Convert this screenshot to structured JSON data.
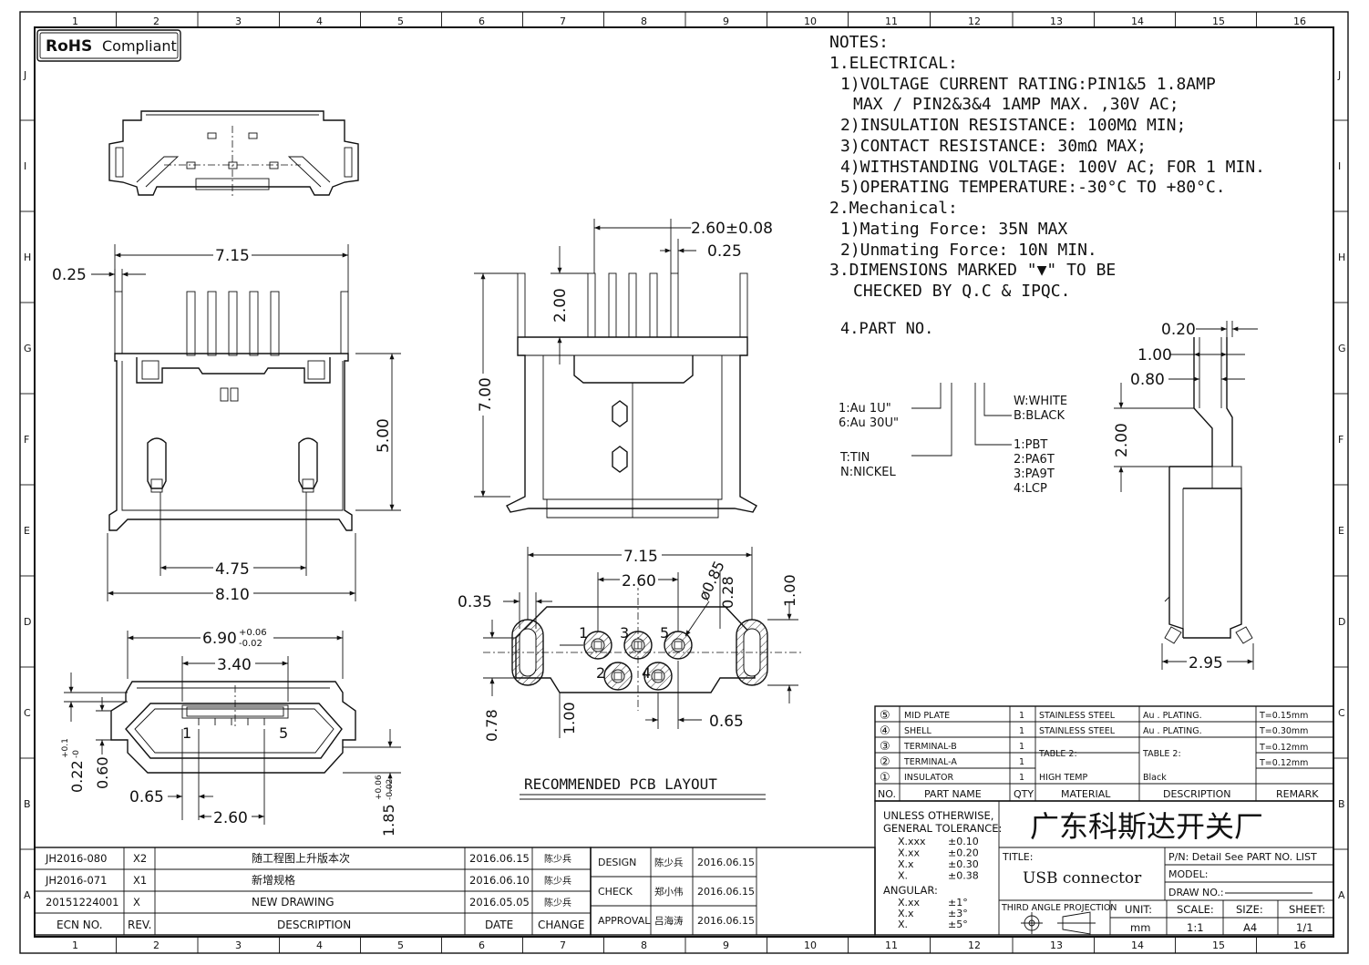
{
  "border": {
    "columns": [
      "1",
      "2",
      "3",
      "4",
      "5",
      "6",
      "7",
      "8",
      "9",
      "10",
      "11",
      "12",
      "13",
      "14",
      "15",
      "16"
    ],
    "rows": [
      "J",
      "I",
      "H",
      "G",
      "F",
      "E",
      "D",
      "C",
      "B",
      "A"
    ]
  },
  "badge": {
    "text": "RoHS",
    "suffix": "Compliant"
  },
  "notes": {
    "title": "NOTES:",
    "lines": [
      "1.ELECTRICAL:",
      "1)VOLTAGE CURRENT RATING:PIN1&5 1.8AMP",
      "MAX / PIN2&3&4 1AMP MAX. ,30V AC;",
      "2)INSULATION RESISTANCE: 100MΩ MIN;",
      "3)CONTACT RESISTANCE: 30mΩ MAX;",
      "4)WITHSTANDING VOLTAGE: 100V AC; FOR 1 MIN.",
      "5)OPERATING TEMPERATURE:-30°C TO +80°C.",
      "2.Mechanical:",
      "1)Mating Force:  35N MAX",
      "2)Unmating Force:  10N MIN.",
      "3.DIMENSIONS MARKED \"▼\" TO BE",
      "CHECKED BY Q.C & IPQC.",
      "4.PART NO."
    ]
  },
  "part_no": {
    "plating": [
      "1:Au 1U\"",
      "6:Au 30U\""
    ],
    "base": [
      "T:TIN",
      "N:NICKEL"
    ],
    "color": [
      "W:WHITE",
      "B:BLACK"
    ],
    "material": [
      "1:PBT",
      "2:PA6T",
      "3:PA9T",
      "4:LCP"
    ]
  },
  "dims": {
    "d715": "7.15",
    "d025a": "0.25",
    "d500": "5.00",
    "d475": "4.75",
    "d810": "8.10",
    "d260tol": "2.60±0.08",
    "d025b": "0.25",
    "d200a": "2.00",
    "d700": "7.00",
    "d690": "6.90",
    "d690tu": "+0.06",
    "d690tl": "-0.02",
    "d340": "3.40",
    "d022": "0.22",
    "d022tu": "+0.1",
    "d022tl": "-0",
    "d060": "0.60",
    "d065a": "0.65",
    "d260a": "2.60",
    "d185": "1.85",
    "d185tu": "+0.06",
    "d185tl": "-0.02",
    "pin1": "1",
    "pin5": "5",
    "p715": "7.15",
    "p260": "2.60",
    "p085": "ø0.85",
    "p028": "0.28",
    "p100a": "1.00",
    "p035": "0.35",
    "p078": "0.78",
    "p100b": "1.00",
    "p065": "0.65",
    "n1": "1",
    "n2": "2",
    "n3": "3",
    "n4": "4",
    "n5": "5",
    "s020": "0.20",
    "s100": "1.00",
    "s080": "0.80",
    "s200": "2.00",
    "s295": "2.95"
  },
  "pcb_label": "RECOMMENDED PCB LAYOUT",
  "bom": {
    "header": {
      "no": "NO.",
      "name": "PART NAME",
      "qty": "QTY",
      "material": "MATERIAL",
      "desc": "DESCRIPTION",
      "remark": "REMARK"
    },
    "rows": [
      {
        "no": "⑤",
        "name": "MID PLATE",
        "qty": "1",
        "material": "STAINLESS STEEL",
        "desc": "Au . PLATING.",
        "remark": "T=0.15mm"
      },
      {
        "no": "④",
        "name": "SHELL",
        "qty": "1",
        "material": "STAINLESS STEEL",
        "desc": "Au . PLATING.",
        "remark": "T=0.30mm"
      },
      {
        "no": "③",
        "name": "TERMINAL-B",
        "qty": "1",
        "material": "TABLE 2:",
        "desc": "TABLE 2:",
        "remark": "T=0.12mm"
      },
      {
        "no": "②",
        "name": "TERMINAL-A",
        "qty": "1",
        "material": "",
        "desc": "",
        "remark": "T=0.12mm"
      },
      {
        "no": "①",
        "name": "INSULATOR",
        "qty": "1",
        "material": "HIGH TEMP",
        "desc": "Black",
        "remark": ""
      }
    ]
  },
  "tolerance": {
    "title1": "UNLESS OTHERWISE,",
    "title2": "GENERAL TOLERANCE:",
    "rows": [
      [
        "X.xxx",
        "±0.10"
      ],
      [
        "X.xx",
        "±0.20"
      ],
      [
        "X.x",
        "±0.30"
      ],
      [
        "X.",
        "±0.38"
      ]
    ],
    "angular": "ANGULAR:",
    "arows": [
      [
        "X.xx",
        "±1°"
      ],
      [
        "X.x",
        "±3°"
      ],
      [
        "X.",
        "±5°"
      ]
    ]
  },
  "company": "广东科斯达开关厂",
  "title_block": {
    "title_label": "TITLE:",
    "title": "USB connector",
    "pn": "P/N: Detail See PART NO. LIST",
    "model": "MODEL:",
    "drawno": "DRAW NO.:",
    "projection": "THIRD ANGLE PROJECTION",
    "unit_label": "UNIT:",
    "unit": "mm",
    "scale_label": "SCALE:",
    "scale": "1:1",
    "size_label": "SIZE:",
    "size": "A4",
    "sheet_label": "SHEET:",
    "sheet": "1/1"
  },
  "revisions": {
    "rows": [
      {
        "ecn": "JH2016-080",
        "rev": "X2",
        "desc": "随工程图上升版本次",
        "date": "2016.06.15",
        "change": "陈少兵"
      },
      {
        "ecn": "JH2016-071",
        "rev": "X1",
        "desc": "新增规格",
        "date": "2016.06.10",
        "change": "陈少兵"
      },
      {
        "ecn": "20151224001",
        "rev": "X",
        "desc": "NEW DRAWING",
        "date": "2016.05.05",
        "change": "陈少兵"
      }
    ],
    "header": {
      "ecn": "ECN NO.",
      "rev": "REV.",
      "desc": "DESCRIPTION",
      "date": "DATE",
      "change": "CHANGE"
    }
  },
  "approvals": [
    {
      "role": "DESIGN",
      "name": "陈少兵",
      "date": "2016.06.15"
    },
    {
      "role": "CHECK",
      "name": "郑小伟",
      "date": "2016.06.15"
    },
    {
      "role": "APPROVAL",
      "name": "吕海涛",
      "date": "2016.06.15"
    }
  ]
}
